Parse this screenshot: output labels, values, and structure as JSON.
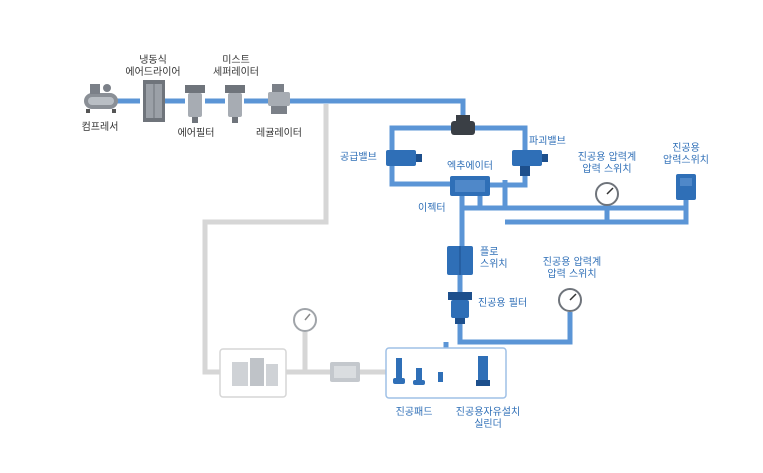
{
  "colors": {
    "pipe": "#5b95d6",
    "pipe_gray": "#d4d4d4",
    "component": "#2f6fb7",
    "label_dark": "#333333",
    "label_blue": "#2f6fb7"
  },
  "labels": {
    "compressor": "컴프레서",
    "refrigerated_dryer_line1": "냉동식",
    "refrigerated_dryer_line2": "에어드라이어",
    "air_filter": "에어필터",
    "mist_separator_line1": "미스트",
    "mist_separator_line2": "세퍼레이터",
    "regulator": "레귤레이터",
    "supply_valve": "공급밸브",
    "break_valve": "파괴밸브",
    "pilot_ejector": "엑추에이터",
    "ejector": "이젝터",
    "vacuum_gauge_line1": "진공용 압력계",
    "vacuum_gauge_line2": "압력 스위치",
    "vacuum_switch_line1": "진공용",
    "vacuum_switch_line2": "압력스위치",
    "flow_switch_line1": "플로",
    "flow_switch_line2": "스위치",
    "vacuum_filter": "진공용 필터",
    "vacuum_gauge2_line1": "진공용 압력계",
    "vacuum_gauge2_line2": "압력 스위치",
    "vacuum_pad": "진공패드",
    "free_cylinder_line1": "진공용자유설치",
    "free_cylinder_line2": "실린더"
  }
}
